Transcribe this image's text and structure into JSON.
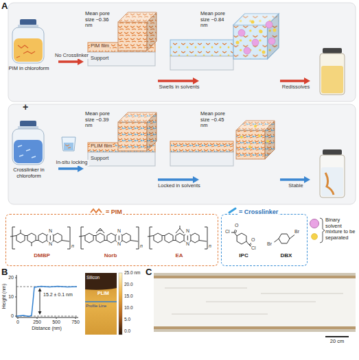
{
  "diagram": {
    "nodes": [
      {
        "text": [
          "PIM in chloroform"
        ]
      },
      {
        "text": [
          "Mean pore size ~0.36 nm",
          "PIM film",
          "Support"
        ]
      },
      {
        "text": [
          "Mean pore size ~0.84 nm"
        ]
      },
      {
        "text": [
          "Crosslinker in chloroform"
        ]
      },
      {
        "text": [
          "Mean pore size ~0.39 nm",
          "PLIM film",
          "Support"
        ]
      },
      {
        "text": [
          "Mean pore size ~0.45 nm"
        ]
      },
      {
        "text": [
          "= PIM",
          "DMBP",
          "Norb",
          "EA"
        ]
      },
      {
        "text": [
          "= Crosslinker",
          "IPC",
          "DBX"
        ]
      }
    ],
    "edges": [
      {
        "from": 0,
        "to": 1,
        "arrow": "to",
        "label": "No Crosslinker"
      },
      {
        "from": 1,
        "to": 2,
        "arrow": "to",
        "label": "Swells in solvents"
      },
      {
        "from": 3,
        "to": 4,
        "arrow": "to",
        "label": "In-situ locking"
      },
      {
        "from": 4,
        "to": 5,
        "arrow": "to",
        "label": "Locked in solvents"
      }
    ],
    "labels": [
      "A",
      "Redissolves",
      "+",
      "Stable",
      "N",
      "N",
      "n",
      "N",
      "N",
      "n",
      "N",
      "N",
      "n",
      "Cl",
      "O",
      "O",
      "Cl",
      "Br",
      "Br",
      "B",
      "Height (nm)",
      "20",
      "10",
      "0",
      "0",
      "250",
      "500",
      "750",
      "Distance (nm)",
      "15.2 ± 0.1 nm",
      "Silicon",
      "PLIM",
      "Profile Line",
      "25.0 nm",
      "20.0",
      "15.0",
      "10.0",
      "5.0",
      "0.0",
      "C",
      "20 cm"
    ],
    "legend": [
      {
        "text": "Binary solvent mixture to be separated",
        "color": "#e9a3e4"
      }
    ]
  }
}
